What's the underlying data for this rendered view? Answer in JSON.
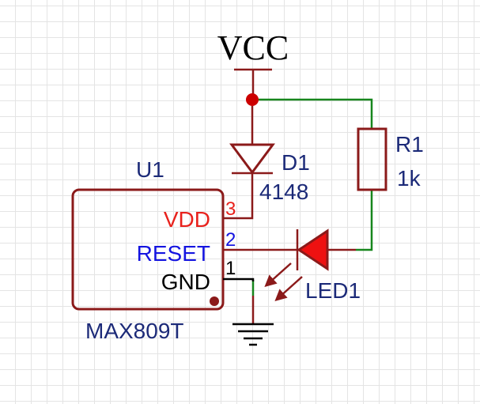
{
  "power": {
    "label": "VCC"
  },
  "ic": {
    "designator": "U1",
    "part": "MAX809T",
    "pins": [
      {
        "number": "3",
        "name": "VDD",
        "color": "#e8211c"
      },
      {
        "number": "2",
        "name": "RESET",
        "color": "#1414e0"
      },
      {
        "number": "1",
        "name": "GND",
        "color": "#000000"
      }
    ]
  },
  "diode": {
    "designator": "D1",
    "value": "4148"
  },
  "resistor": {
    "designator": "R1",
    "value": "1k"
  },
  "led": {
    "designator": "LED1"
  },
  "colors": {
    "component": "#8b1a1a",
    "wire": "#17861d",
    "label": "#1c2a78",
    "junction": "#cc0000",
    "led_fill": "#ee1111"
  }
}
